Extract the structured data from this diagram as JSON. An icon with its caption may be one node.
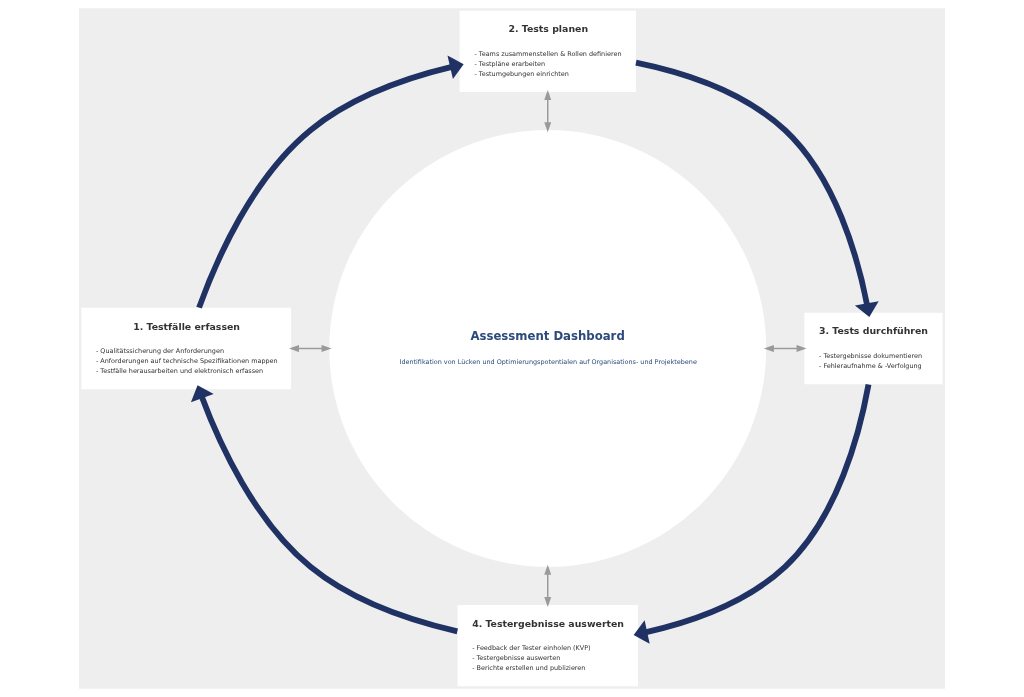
{
  "diagram": {
    "nodes": [
      {
        "text": [
          "Assessment Dashboard",
          "Identifikation von Lücken und Optimierungspotentialen auf Organisations- und Projektebene"
        ]
      },
      {
        "text": [
          "1. Testfälle erfassen",
          "- Qualitätssicherung der Anforderungen",
          "- Anforderungen auf technische Spezifikationen mappen",
          "- Testfälle herausarbeiten und elektronisch erfassen"
        ]
      },
      {
        "text": [
          "2. Tests planen",
          "- Teams zusammenstellen & Rollen definieren",
          "- Testpläne erarbeiten",
          "- Testumgebungen einrichten"
        ]
      },
      {
        "text": [
          "3. Tests durchführen",
          "- Testergebnisse dokumentieren",
          "- Fehleraufnahme & -Verfolgung"
        ]
      },
      {
        "text": [
          "4. Testergebnisse auswerten",
          "- Feedback der Tester einholen (KVP)",
          "- Testergebnisse auswerten",
          "- Berichte erstellen und publizieren"
        ]
      }
    ],
    "edges": [
      {
        "from": 1,
        "to": 2,
        "arrow": "to",
        "style": "thick",
        "color": "#1f3263"
      },
      {
        "from": 2,
        "to": 3,
        "arrow": "to",
        "style": "thick",
        "color": "#1f3263"
      },
      {
        "from": 3,
        "to": 4,
        "arrow": "to",
        "style": "thick",
        "color": "#1f3263"
      },
      {
        "from": 4,
        "to": 1,
        "arrow": "to",
        "style": "thick",
        "color": "#1f3263"
      },
      {
        "from": 2,
        "to": 0,
        "arrow": "both",
        "color": "#9a9a9a"
      },
      {
        "from": 1,
        "to": 0,
        "arrow": "both",
        "color": "#9a9a9a"
      },
      {
        "from": 0,
        "to": 3,
        "arrow": "both",
        "color": "#9a9a9a"
      },
      {
        "from": 0,
        "to": 4,
        "arrow": "both",
        "color": "#9a9a9a"
      }
    ]
  }
}
